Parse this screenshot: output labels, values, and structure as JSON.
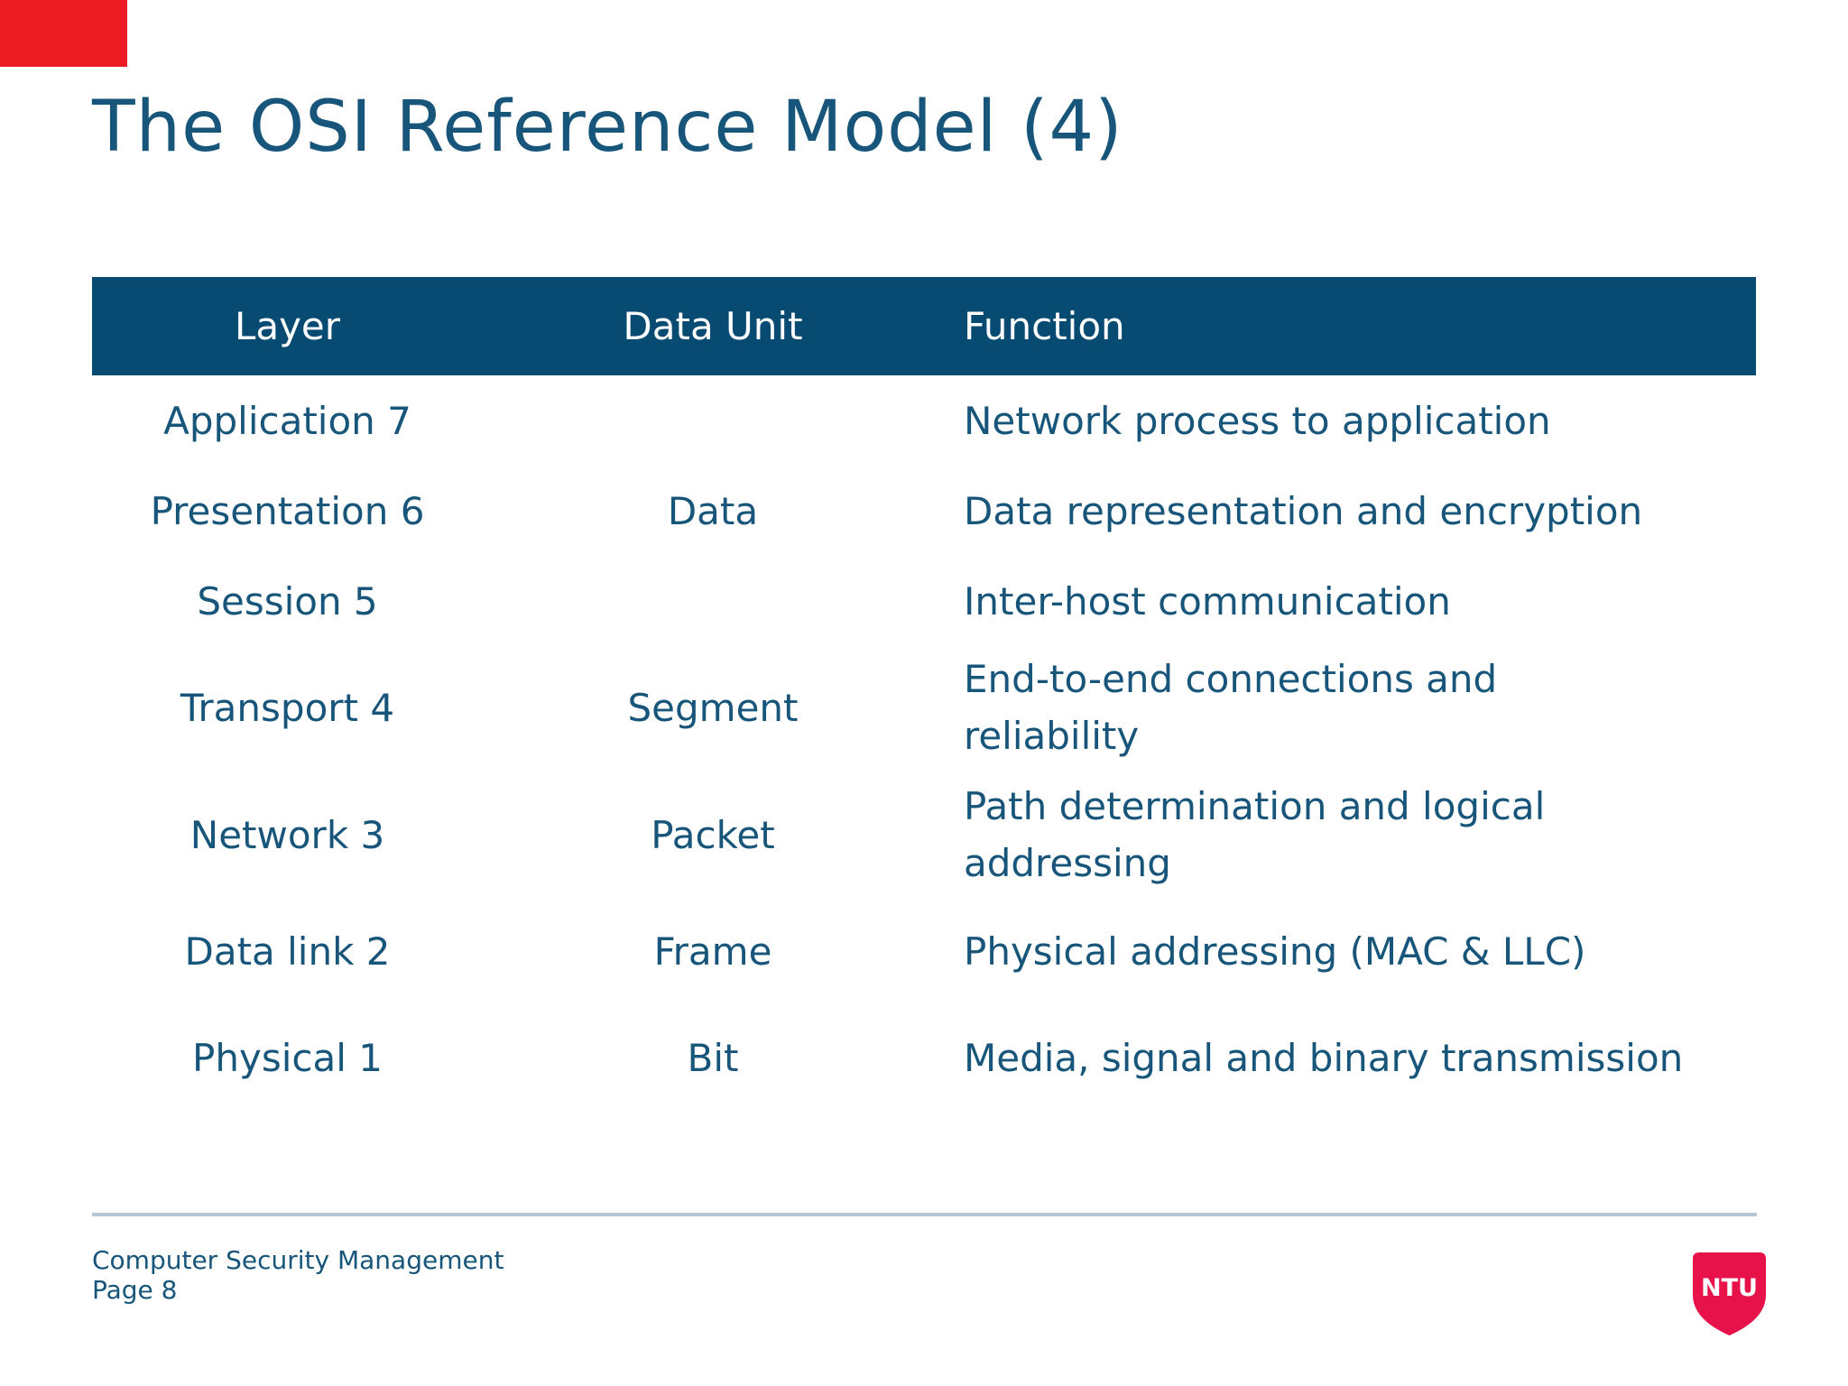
{
  "slide": {
    "title": "The OSI Reference Model (4)"
  },
  "table": {
    "headers": [
      "Layer",
      "Data Unit",
      "Function"
    ],
    "rows": [
      {
        "layer": "Application 7",
        "unit": "",
        "function": "Network process to application"
      },
      {
        "layer": "Presentation 6",
        "unit": "Data",
        "function": "Data representation and encryption"
      },
      {
        "layer": "Session 5",
        "unit": "",
        "function": "Inter-host communication"
      },
      {
        "layer": "Transport 4",
        "unit": "Segment",
        "function": "End-to-end connections and reliability"
      },
      {
        "layer": "Network 3",
        "unit": "Packet",
        "function": "Path determination and logical addressing"
      },
      {
        "layer": "Data link 2",
        "unit": "Frame",
        "function": "Physical addressing (MAC & LLC)"
      },
      {
        "layer": "Physical 1",
        "unit": "Bit",
        "function": "Media, signal and binary transmission"
      }
    ]
  },
  "footer": {
    "course": "Computer Security Management",
    "page": "Page 8"
  },
  "logo": {
    "text": "NTU"
  },
  "colors": {
    "text_blue": "#17557A",
    "header_bar_blue": "#074A72",
    "divider_gray_blue": "#B5C8D3",
    "logo_red": "#E8124A",
    "corner_marker_red": "#ED1C24"
  }
}
